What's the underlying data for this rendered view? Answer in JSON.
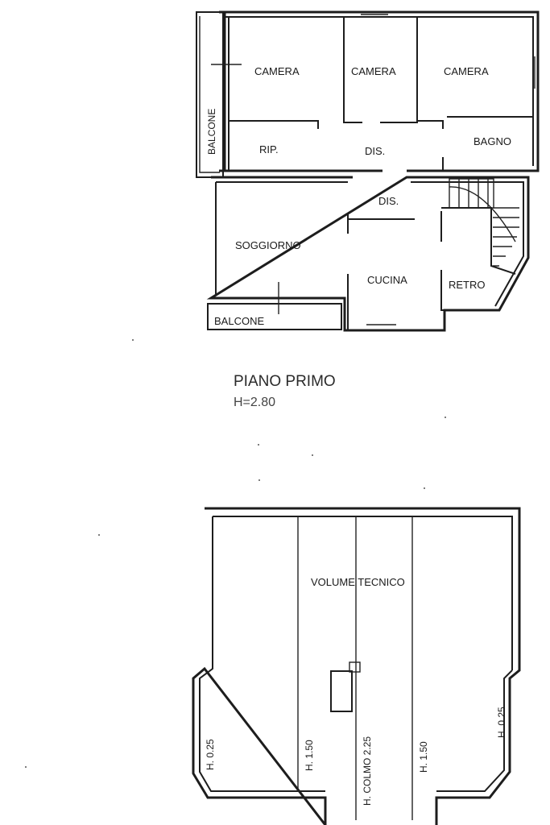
{
  "floor1": {
    "rooms": {
      "camera_left": "CAMERA",
      "camera_mid": "CAMERA",
      "camera_right": "CAMERA",
      "balcone_side": "BALCONE",
      "rip": "RIP.",
      "dis_upper": "DIS.",
      "bagno": "BAGNO",
      "dis_lower": "DIS.",
      "soggiorno": "SOGGIORNO",
      "cucina": "CUCINA",
      "retro": "RETRO",
      "balcone_bottom": "BALCONE"
    },
    "title": "PIANO PRIMO",
    "height": "H=2.80"
  },
  "attic": {
    "label": "VOLUME TECNICO",
    "heights": {
      "left": "H. 0.25",
      "left_mid": "H. 1.50",
      "colmo": "H. COLMO 2.25",
      "right_mid": "H. 1.50",
      "right": "H. 0.25"
    }
  }
}
